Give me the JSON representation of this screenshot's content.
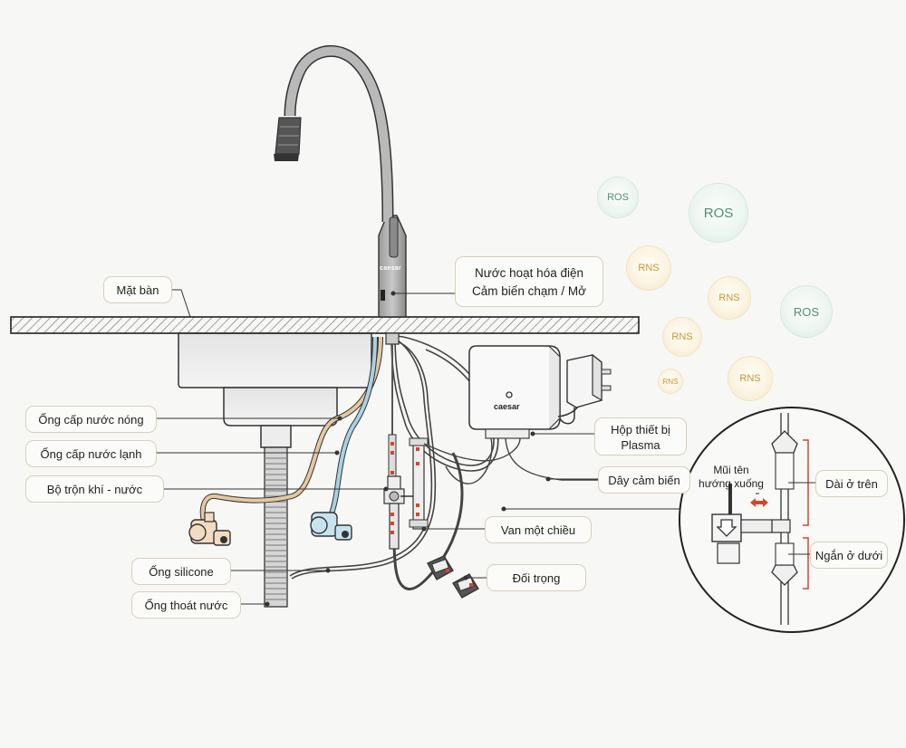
{
  "labels": {
    "mat_ban": "Mặt bàn",
    "nuoc_hoat_hoa": "Nước hoạt hóa điện",
    "cam_bien": "Cảm biến chạm / Mở",
    "ong_nong": "Ống cấp nước nóng",
    "ong_lanh": "Ống cấp nước lạnh",
    "bo_tron": "Bộ trộn khí - nước",
    "ong_silicone": "Ống silicone",
    "ong_thoat": "Ống thoát nước",
    "hop_thiet_bi_1": "Hộp thiết bị",
    "hop_thiet_bi_2": "Plasma",
    "day_cam_bien": "Dây cảm biến",
    "van_mot_chieu": "Van một chiều",
    "doi_trong": "Đối trọng",
    "mui_ten_1": "Mũi tên",
    "mui_ten_2": "hướng xuống",
    "dai_o_tren": "Dài ở trên",
    "ngan_o_duoi": "Ngắn ở dưới"
  },
  "brand": {
    "faucet": "caesar",
    "box": "caesar"
  },
  "bubbles": [
    {
      "text": "ROS",
      "kind": "ros"
    },
    {
      "text": "ROS",
      "kind": "ros"
    },
    {
      "text": "RNS",
      "kind": "rns"
    },
    {
      "text": "RNS",
      "kind": "rns"
    },
    {
      "text": "ROS",
      "kind": "ros"
    },
    {
      "text": "RNS",
      "kind": "rns"
    },
    {
      "text": "RNS",
      "kind": "rns"
    },
    {
      "text": "RNS",
      "kind": "rns"
    }
  ],
  "colors": {
    "hot_pipe": "#e6c8a0",
    "cold_pipe": "#a8d2e4",
    "outline": "#3a3a3a",
    "accent_red": "#d8432a"
  }
}
